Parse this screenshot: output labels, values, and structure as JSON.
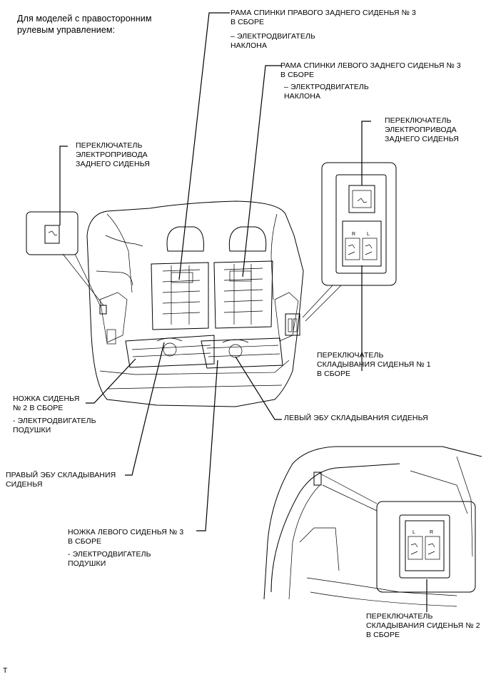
{
  "heading": "Для моделей с правосторонним\nрулевым управлением:",
  "labels": {
    "right_rear_frame": "РАМА СПИНКИ ПРАВОГО ЗАДНЕГО СИДЕНЬЯ № 3\nВ СБОРЕ",
    "right_rear_frame_sub": "– ЭЛЕКТРОДВИГАТЕЛЬ\nНАКЛОНА",
    "left_rear_frame": "РАМА СПИНКИ ЛЕВОГО ЗАДНЕГО СИДЕНЬЯ № 3\nВ СБОРЕ",
    "left_rear_frame_sub": "– ЭЛЕКТРОДВИГАТЕЛЬ\nНАКЛОНА",
    "rear_switch_right": "ПЕРЕКЛЮЧАТЕЛЬ\nЭЛЕКТРОПРИВОДА\nЗАДНЕГО СИДЕНЬЯ",
    "rear_switch_left": "ПЕРЕКЛЮЧАТЕЛЬ\nЭЛЕКТРОПРИВОДА\nЗАДНЕГО СИДЕНЬЯ",
    "fold_switch_1": "ПЕРЕКЛЮЧАТЕЛЬ\nСКЛАДЫВАНИЯ СИДЕНЬЯ № 1\nВ СБОРЕ",
    "seat_leg_2": "НОЖКА СИДЕНЬЯ\n№ 2 В СБОРЕ",
    "seat_leg_2_sub": "- ЭЛЕКТРОДВИГАТЕЛЬ\nПОДУШКИ",
    "left_ecu": "ЛЕВЫЙ ЭБУ СКЛАДЫВАНИЯ СИДЕНЬЯ",
    "right_ecu": "ПРАВЫЙ ЭБУ СКЛАДЫВАНИЯ\nСИДЕНЬЯ",
    "left_leg_3": "НОЖКА ЛЕВОГО СИДЕНЬЯ № 3\nВ СБОРЕ",
    "left_leg_3_sub": "- ЭЛЕКТРОДВИГАТЕЛЬ\nПОДУШКИ",
    "fold_switch_2": "ПЕРЕКЛЮЧАТЕЛЬ\nСКЛАДЫВАНИЯ СИДЕНЬЯ № 2\nВ СБОРЕ"
  },
  "switch_letters": {
    "r": "R",
    "l": "L"
  },
  "footer_mark": "T"
}
